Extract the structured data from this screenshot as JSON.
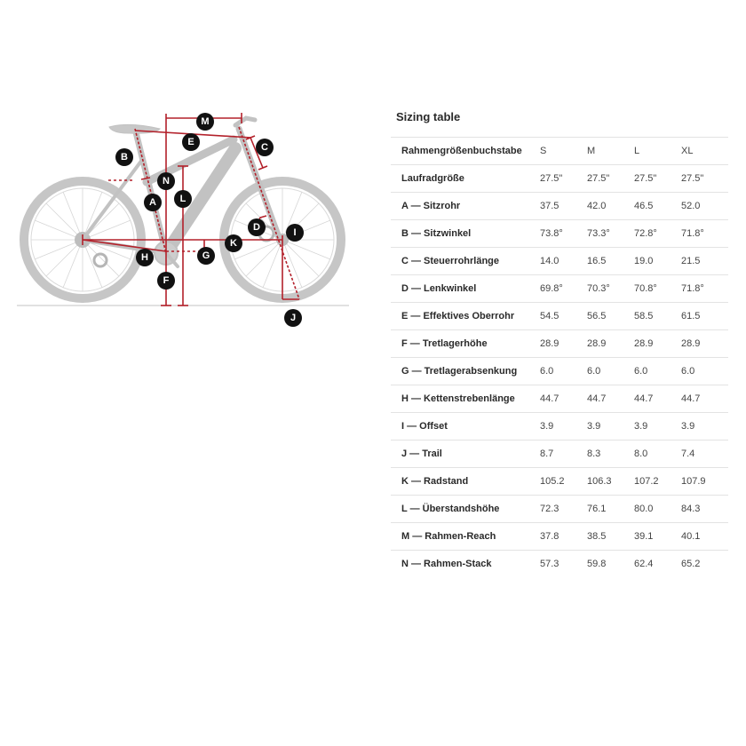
{
  "diagram": {
    "accent_color": "#b3202a",
    "bike_color": "#c4c4c4",
    "label_color": "#111111",
    "labels": [
      "A",
      "B",
      "C",
      "D",
      "E",
      "F",
      "G",
      "H",
      "I",
      "J",
      "K",
      "L",
      "M",
      "N"
    ]
  },
  "sizing": {
    "title": "Sizing table",
    "header": {
      "label": "Rahmengrößenbuchstabe",
      "sizes": [
        "S",
        "M",
        "L",
        "XL"
      ]
    },
    "rows": [
      {
        "label": "Laufradgröße",
        "values": [
          "27.5\"",
          "27.5\"",
          "27.5\"",
          "27.5\""
        ]
      },
      {
        "label": "A — Sitzrohr",
        "values": [
          "37.5",
          "42.0",
          "46.5",
          "52.0"
        ]
      },
      {
        "label": "B — Sitzwinkel",
        "values": [
          "73.8°",
          "73.3°",
          "72.8°",
          "71.8°"
        ]
      },
      {
        "label": "C — Steuerrohrlänge",
        "values": [
          "14.0",
          "16.5",
          "19.0",
          "21.5"
        ]
      },
      {
        "label": "D — Lenkwinkel",
        "values": [
          "69.8°",
          "70.3°",
          "70.8°",
          "71.8°"
        ]
      },
      {
        "label": "E — Effektives Oberrohr",
        "values": [
          "54.5",
          "56.5",
          "58.5",
          "61.5"
        ]
      },
      {
        "label": "F — Tretlagerhöhe",
        "values": [
          "28.9",
          "28.9",
          "28.9",
          "28.9"
        ]
      },
      {
        "label": "G — Tretlagerabsenkung",
        "values": [
          "6.0",
          "6.0",
          "6.0",
          "6.0"
        ]
      },
      {
        "label": "H — Kettenstrebenlänge",
        "values": [
          "44.7",
          "44.7",
          "44.7",
          "44.7"
        ]
      },
      {
        "label": "I — Offset",
        "values": [
          "3.9",
          "3.9",
          "3.9",
          "3.9"
        ]
      },
      {
        "label": "J — Trail",
        "values": [
          "8.7",
          "8.3",
          "8.0",
          "7.4"
        ]
      },
      {
        "label": "K — Radstand",
        "values": [
          "105.2",
          "106.3",
          "107.2",
          "107.9"
        ]
      },
      {
        "label": "L — Überstandshöhe",
        "values": [
          "72.3",
          "76.1",
          "80.0",
          "84.3"
        ]
      },
      {
        "label": "M — Rahmen-Reach",
        "values": [
          "37.8",
          "38.5",
          "39.1",
          "40.1"
        ]
      },
      {
        "label": "N — Rahmen-Stack",
        "values": [
          "57.3",
          "59.8",
          "62.4",
          "65.2"
        ]
      }
    ]
  }
}
